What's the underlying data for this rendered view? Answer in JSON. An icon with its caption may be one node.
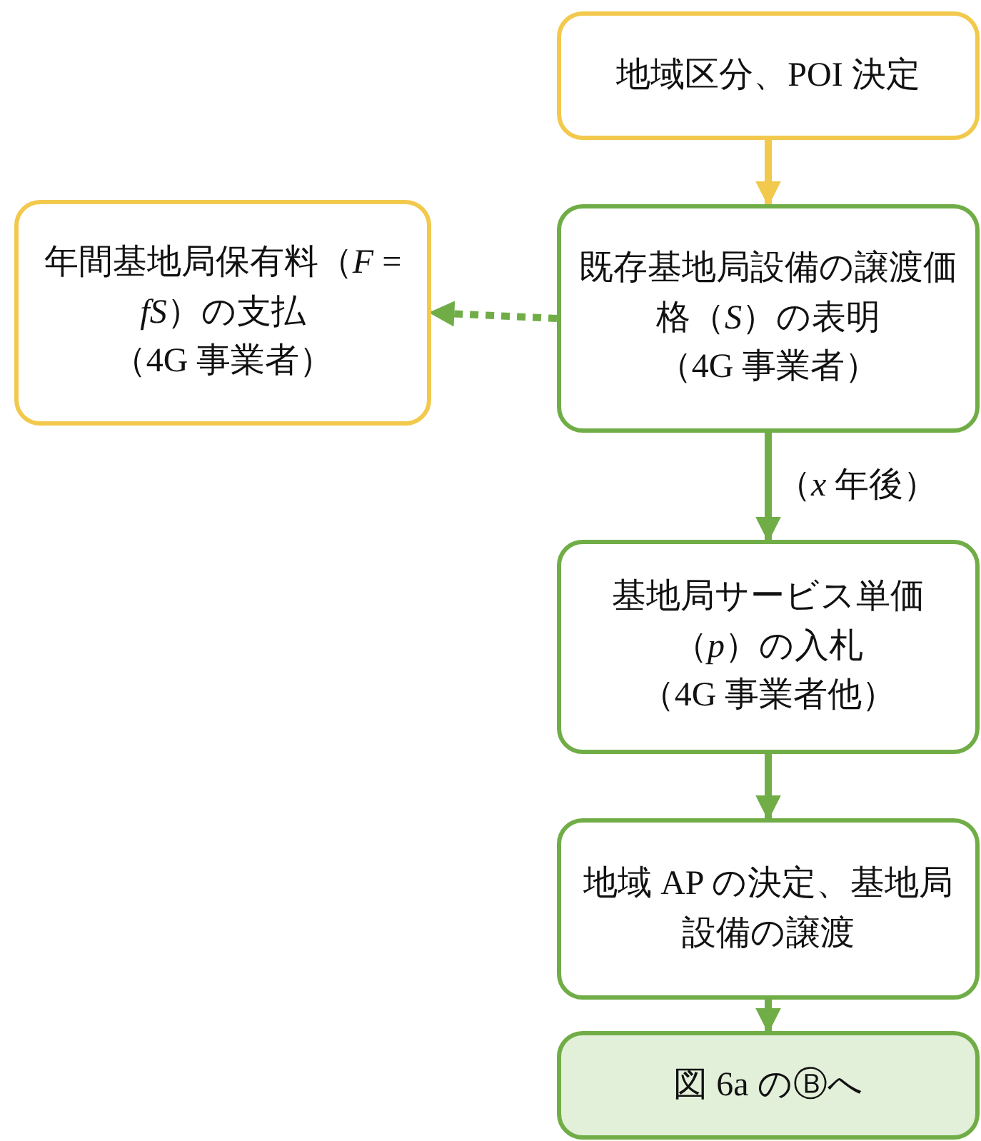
{
  "diagram": {
    "nodes": [
      {
        "text": [
          "地域区分、POI 決定"
        ]
      },
      {
        "text": [
          "既存基地局設備の譲渡価格（*S*）の表明",
          "（4G 事業者）"
        ]
      },
      {
        "text": [
          "年間基地局保有料（*F* = *fS*）の支払",
          "（4G 事業者）"
        ]
      },
      {
        "text": [
          "基地局サービス単価（*p*）の入札",
          "（4G 事業者他）"
        ]
      },
      {
        "text": [
          "地域 AP の決定、基地局設備の譲渡"
        ]
      },
      {
        "text": [
          "図 6a のⒷへ"
        ]
      }
    ],
    "edges": [
      {
        "from": 0,
        "to": 1,
        "arrow": "to",
        "color": "#f2c94c"
      },
      {
        "from": 1,
        "to": 2,
        "arrow": "to",
        "style": "dashed"
      },
      {
        "from": 1,
        "to": 3,
        "arrow": "to",
        "label": "（*x* 年後）"
      },
      {
        "from": 3,
        "to": 4,
        "arrow": "to"
      },
      {
        "from": 4,
        "to": 5,
        "arrow": "to"
      }
    ]
  }
}
